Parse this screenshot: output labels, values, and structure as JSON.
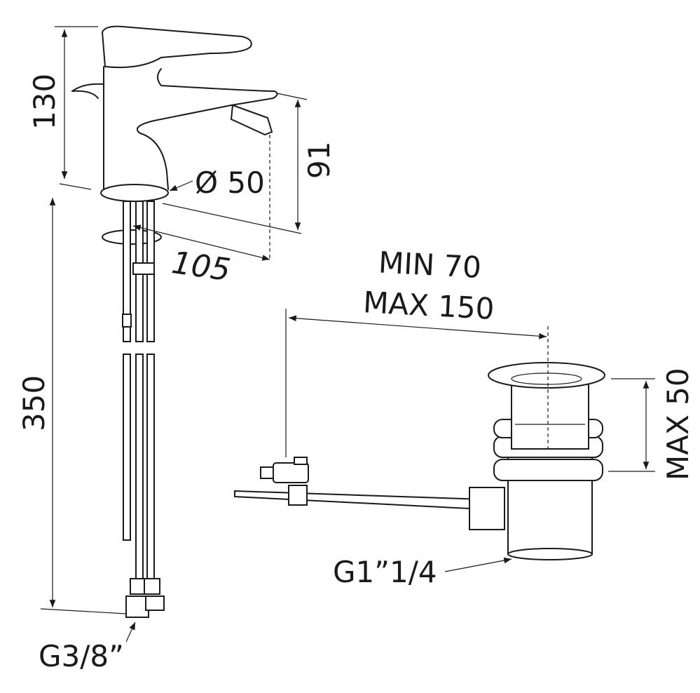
{
  "drawing": {
    "faucet": {
      "height_label": "130",
      "spout_height_label": "91",
      "base_diameter_label": "Ø 50",
      "spout_reach_label": "105",
      "hose_length_label": "350",
      "hose_thread_label": "G3/8”"
    },
    "waste": {
      "min_label": "MIN 70",
      "max_label": "MAX 150",
      "height_label": "MAX 50",
      "thread_label": "G1”1/4"
    }
  }
}
